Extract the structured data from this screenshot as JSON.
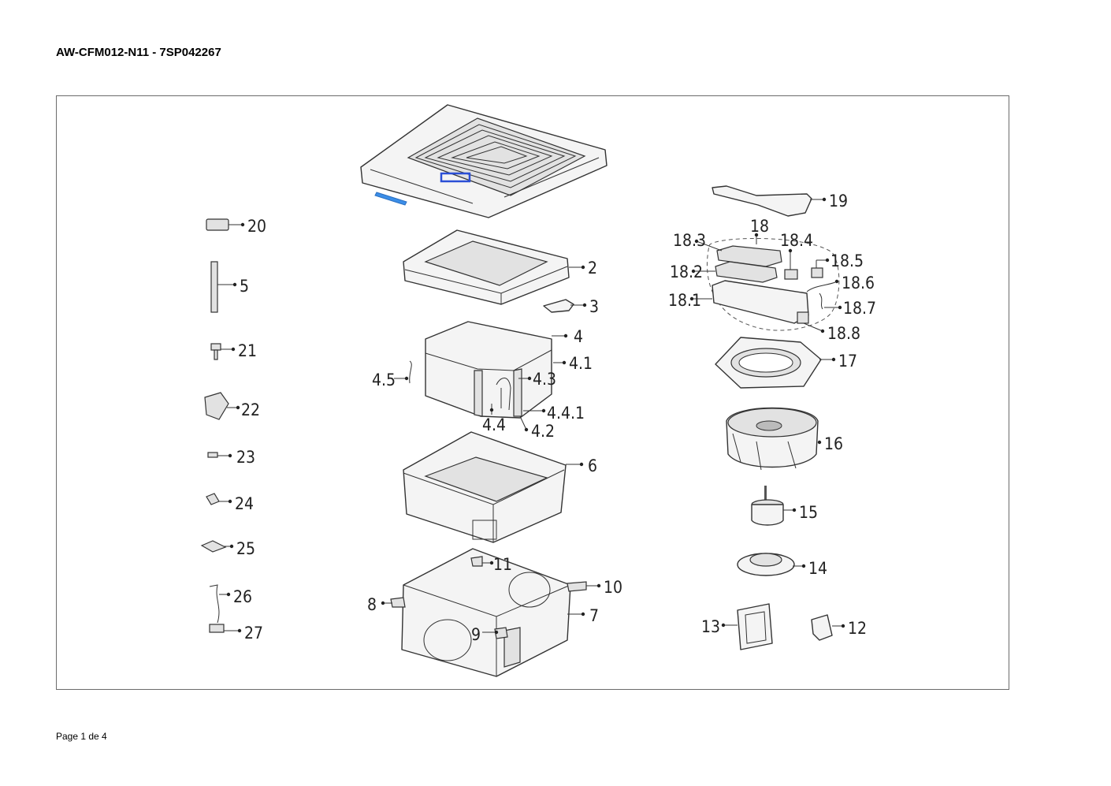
{
  "page": {
    "title": "AW-CFM012-N11 - 7SP042267",
    "footer": "Page 1 de 4"
  },
  "labels": {
    "l2": "2",
    "l3": "3",
    "l4": "4",
    "l41": "4.1",
    "l42": "4.2",
    "l43": "4.3",
    "l44": "4.4",
    "l441": "4.4.1",
    "l45": "4.5",
    "l5": "5",
    "l6": "6",
    "l7": "7",
    "l8": "8",
    "l9": "9",
    "l10": "10",
    "l11": "11",
    "l12": "12",
    "l13": "13",
    "l14": "14",
    "l15": "15",
    "l16": "16",
    "l17": "17",
    "l18": "18",
    "l181": "18.1",
    "l182": "18.2",
    "l183": "18.3",
    "l184": "18.4",
    "l185": "18.5",
    "l186": "18.6",
    "l187": "18.7",
    "l188": "18.8",
    "l19": "19",
    "l20": "20",
    "l21": "21",
    "l22": "22",
    "l23": "23",
    "l24": "24",
    "l25": "25",
    "l26": "26",
    "l27": "27"
  },
  "colors": {
    "highlight_blue": "#2b4fd6",
    "light_blue": "#3b8ee8"
  }
}
